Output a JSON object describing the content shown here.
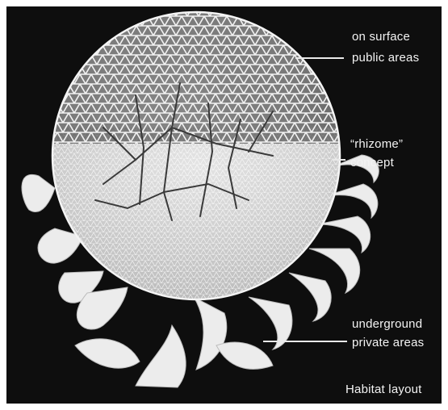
{
  "colors": {
    "background": "#0e0e0e",
    "frame": "#ffffff",
    "text": "#f3f3f3",
    "model": "#eeeeee"
  },
  "labels": {
    "surface_line1": "on surface",
    "surface_line2": "public areas",
    "rhizome_line1": "“rhizome”",
    "rhizome_line2": "concept",
    "underground_line1": "underground",
    "underground_line2": "private areas",
    "caption": "Habitat layout"
  }
}
